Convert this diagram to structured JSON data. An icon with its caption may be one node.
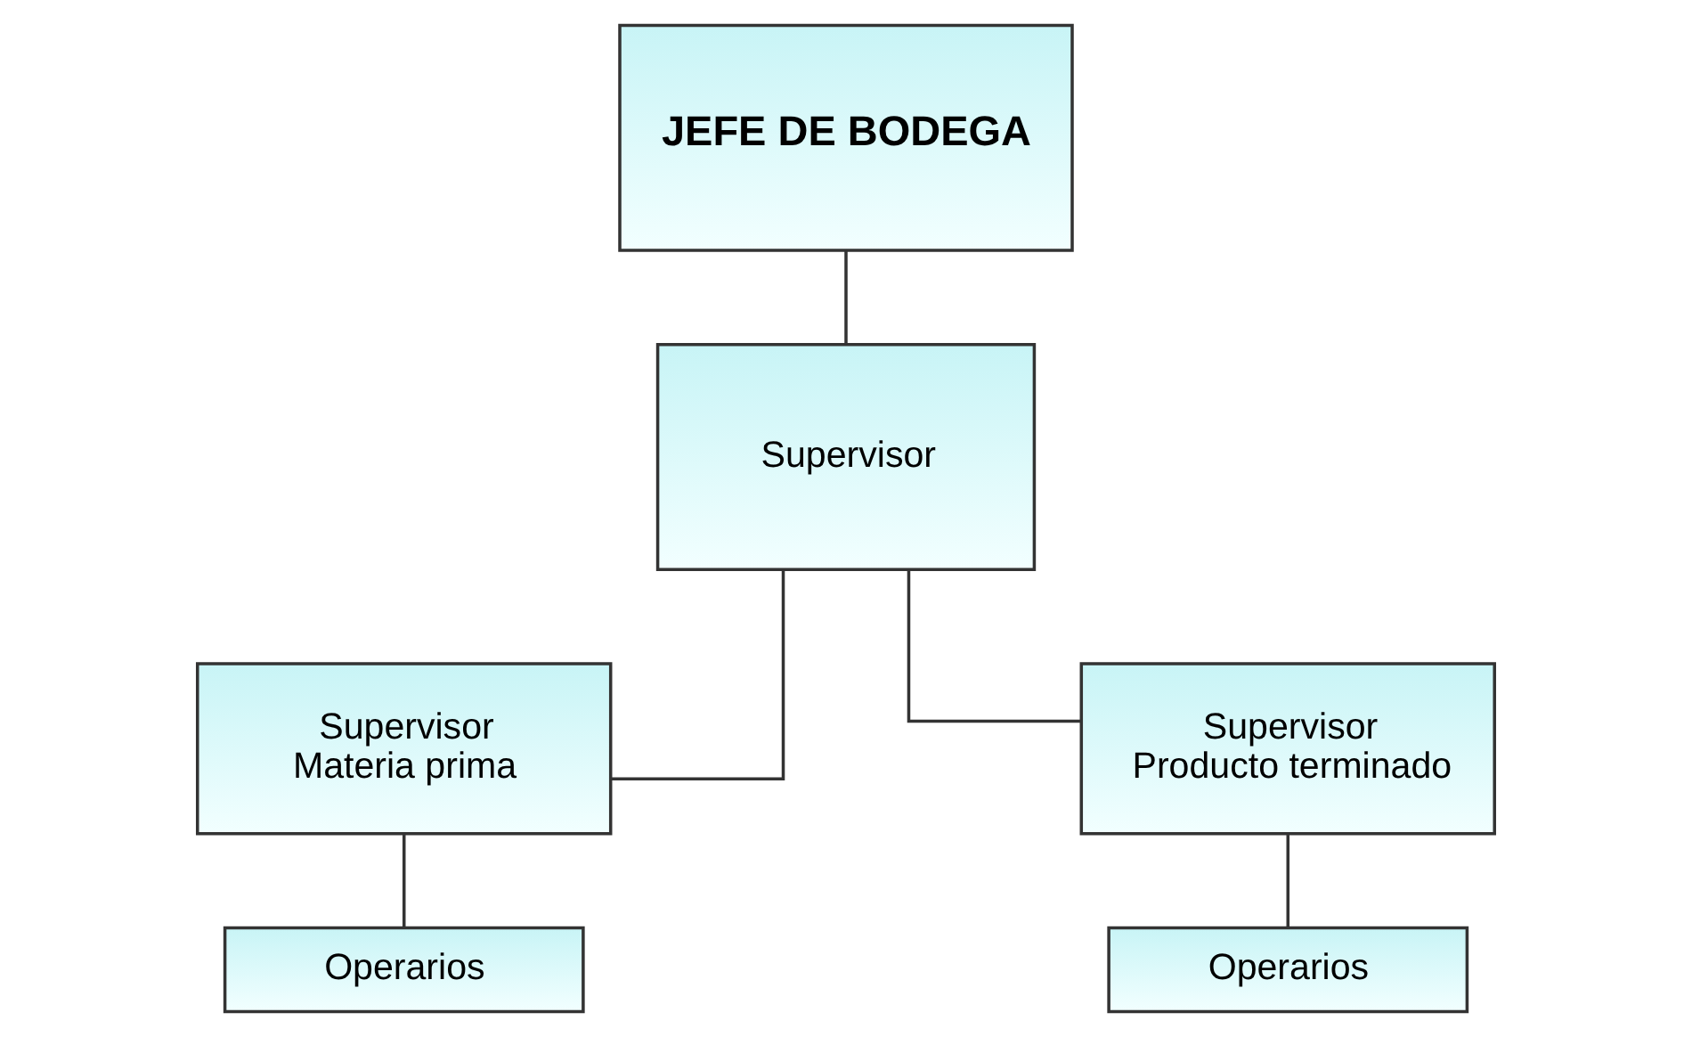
{
  "diagram": {
    "nodes": [
      {
        "text": [
          "JEFE DE BODEGA"
        ]
      },
      {
        "text": [
          "Supervisor"
        ]
      },
      {
        "text": [
          "Supervisor Materia prima"
        ]
      },
      {
        "text": [
          "Supervisor Producto terminado"
        ]
      },
      {
        "text": [
          "Operarios"
        ]
      },
      {
        "text": [
          "Operarios"
        ]
      }
    ],
    "edges": [
      {
        "from": 0,
        "to": 1,
        "arrow": "none"
      },
      {
        "from": 1,
        "to": 2,
        "arrow": "none"
      },
      {
        "from": 1,
        "to": 3,
        "arrow": "none"
      },
      {
        "from": 2,
        "to": 4,
        "arrow": "none"
      },
      {
        "from": 3,
        "to": 5,
        "arrow": "none"
      }
    ]
  }
}
